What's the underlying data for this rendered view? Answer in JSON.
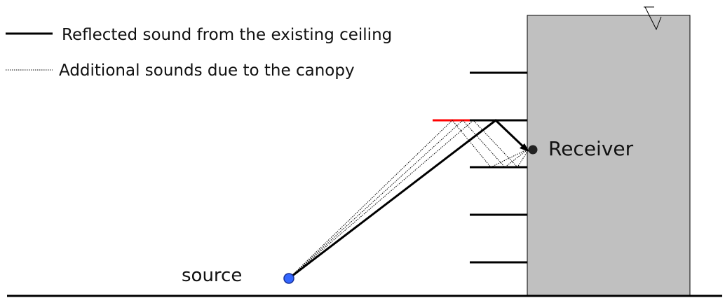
{
  "legend": {
    "solid_label": "Reflected sound from the existing ceiling",
    "dotted_label": "Additional sounds due to the canopy"
  },
  "labels": {
    "receiver": "Receiver",
    "source": "source"
  },
  "colors": {
    "building_fill": "#c0c0c0",
    "canopy": "#ff0000",
    "source_point": "#3366ff",
    "receiver_point": "#222222",
    "line": "#000000"
  },
  "icons": {
    "water_level": "water-level-symbol-icon"
  }
}
